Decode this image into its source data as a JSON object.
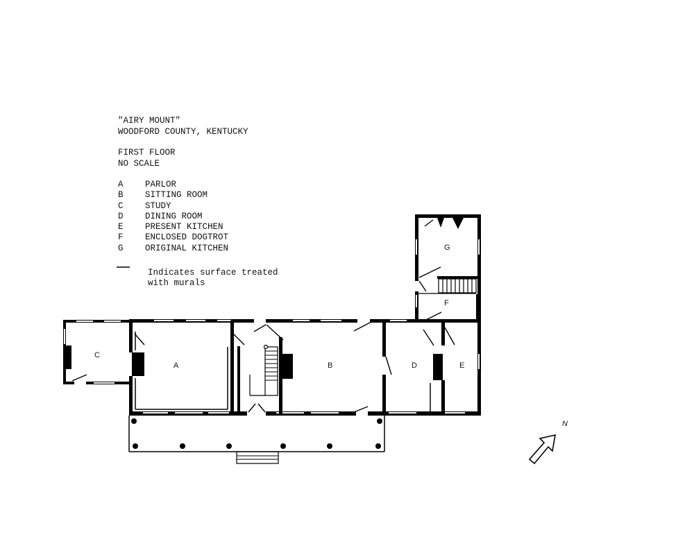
{
  "title": "\"AIRY MOUNT\"",
  "subtitle": "WOODFORD COUNTY, KENTUCKY",
  "floor": "FIRST FLOOR",
  "scale": "NO SCALE",
  "legend": [
    {
      "key": "A",
      "name": "PARLOR"
    },
    {
      "key": "B",
      "name": "SITTING ROOM"
    },
    {
      "key": "C",
      "name": "STUDY"
    },
    {
      "key": "D",
      "name": "DINING ROOM"
    },
    {
      "key": "E",
      "name": "PRESENT KITCHEN"
    },
    {
      "key": "F",
      "name": "ENCLOSED DOGTROT"
    },
    {
      "key": "G",
      "name": "ORIGINAL KITCHEN"
    }
  ],
  "mural_note": [
    "Indicates surface treated",
    "with murals"
  ],
  "rooms": {
    "A": "A",
    "B": "B",
    "C": "C",
    "D": "D",
    "E": "E",
    "F": "F",
    "G": "G"
  },
  "north": "N",
  "icons": {
    "north_arrow": "north-arrow-icon"
  }
}
